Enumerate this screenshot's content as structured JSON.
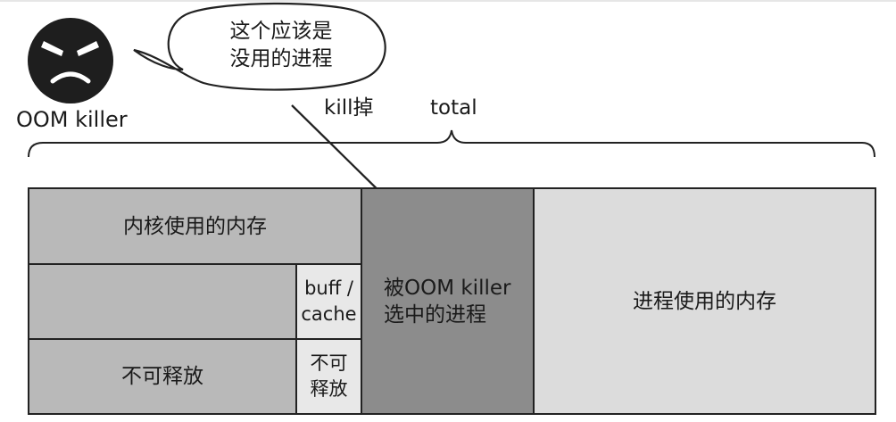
{
  "oom_killer": {
    "label": "OOM killer",
    "speech": {
      "line1": "这个应该是",
      "line2": "没用的进程"
    }
  },
  "arrow_label": "kill掉",
  "brace_label": "total",
  "memory_blocks": {
    "kernel_used": "内核使用的内存",
    "buff_cache": {
      "line1": "buff /",
      "line2": "cache"
    },
    "non_releasable": "不可释放",
    "non_releasable_small": {
      "line1": "不可",
      "line2": "释放"
    },
    "oom_selected": {
      "line1": "被OOM killer",
      "line2": "选中的进程"
    },
    "process_used": "进程使用的内存"
  },
  "colors": {
    "outline": "#222222",
    "kernel_gray": "#b9b9b9",
    "selected_gray": "#8c8c8c",
    "process_gray": "#dcdcdc",
    "cache_gray": "#e8e8e8"
  }
}
